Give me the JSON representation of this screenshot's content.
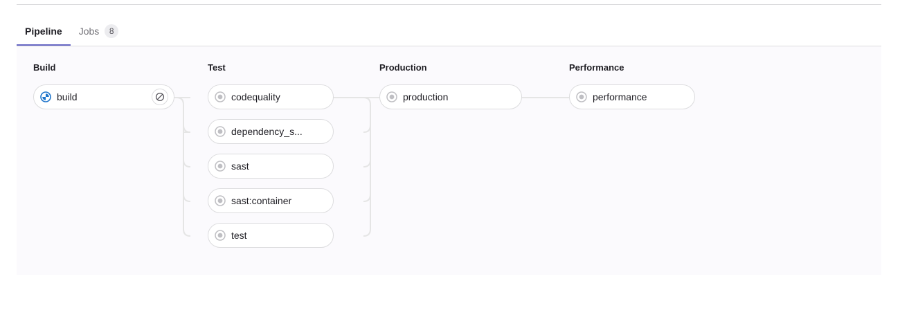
{
  "tabs": [
    {
      "label": "Pipeline",
      "active": true,
      "badge": null
    },
    {
      "label": "Jobs",
      "active": false,
      "badge": "8"
    }
  ],
  "colors": {
    "tab_active_underline": "#6666c4",
    "canvas_background": "#fbfafd",
    "border": "#dcdcde",
    "status_running": "#1f75cb",
    "status_created": "#868686",
    "text_primary": "#1f1e24",
    "text_muted": "#737278"
  },
  "pipeline": {
    "stages": [
      {
        "name": "Build",
        "jobs": [
          {
            "name": "build",
            "status": "running",
            "status_icon": "status-running-icon",
            "action": "cancel",
            "action_icon": "cancel-icon"
          }
        ]
      },
      {
        "name": "Test",
        "jobs": [
          {
            "name": "codequality",
            "status": "created",
            "status_icon": "status-created-icon",
            "action": null,
            "action_icon": null
          },
          {
            "name": "dependency_s...",
            "status": "created",
            "status_icon": "status-created-icon",
            "action": null,
            "action_icon": null
          },
          {
            "name": "sast",
            "status": "created",
            "status_icon": "status-created-icon",
            "action": null,
            "action_icon": null
          },
          {
            "name": "sast:container",
            "status": "created",
            "status_icon": "status-created-icon",
            "action": null,
            "action_icon": null
          },
          {
            "name": "test",
            "status": "created",
            "status_icon": "status-created-icon",
            "action": null,
            "action_icon": null
          }
        ]
      },
      {
        "name": "Production",
        "jobs": [
          {
            "name": "production",
            "status": "created",
            "status_icon": "status-created-icon",
            "action": null,
            "action_icon": null
          }
        ]
      },
      {
        "name": "Performance",
        "jobs": [
          {
            "name": "performance",
            "status": "created",
            "status_icon": "status-created-icon",
            "action": null,
            "action_icon": null
          }
        ]
      }
    ]
  }
}
